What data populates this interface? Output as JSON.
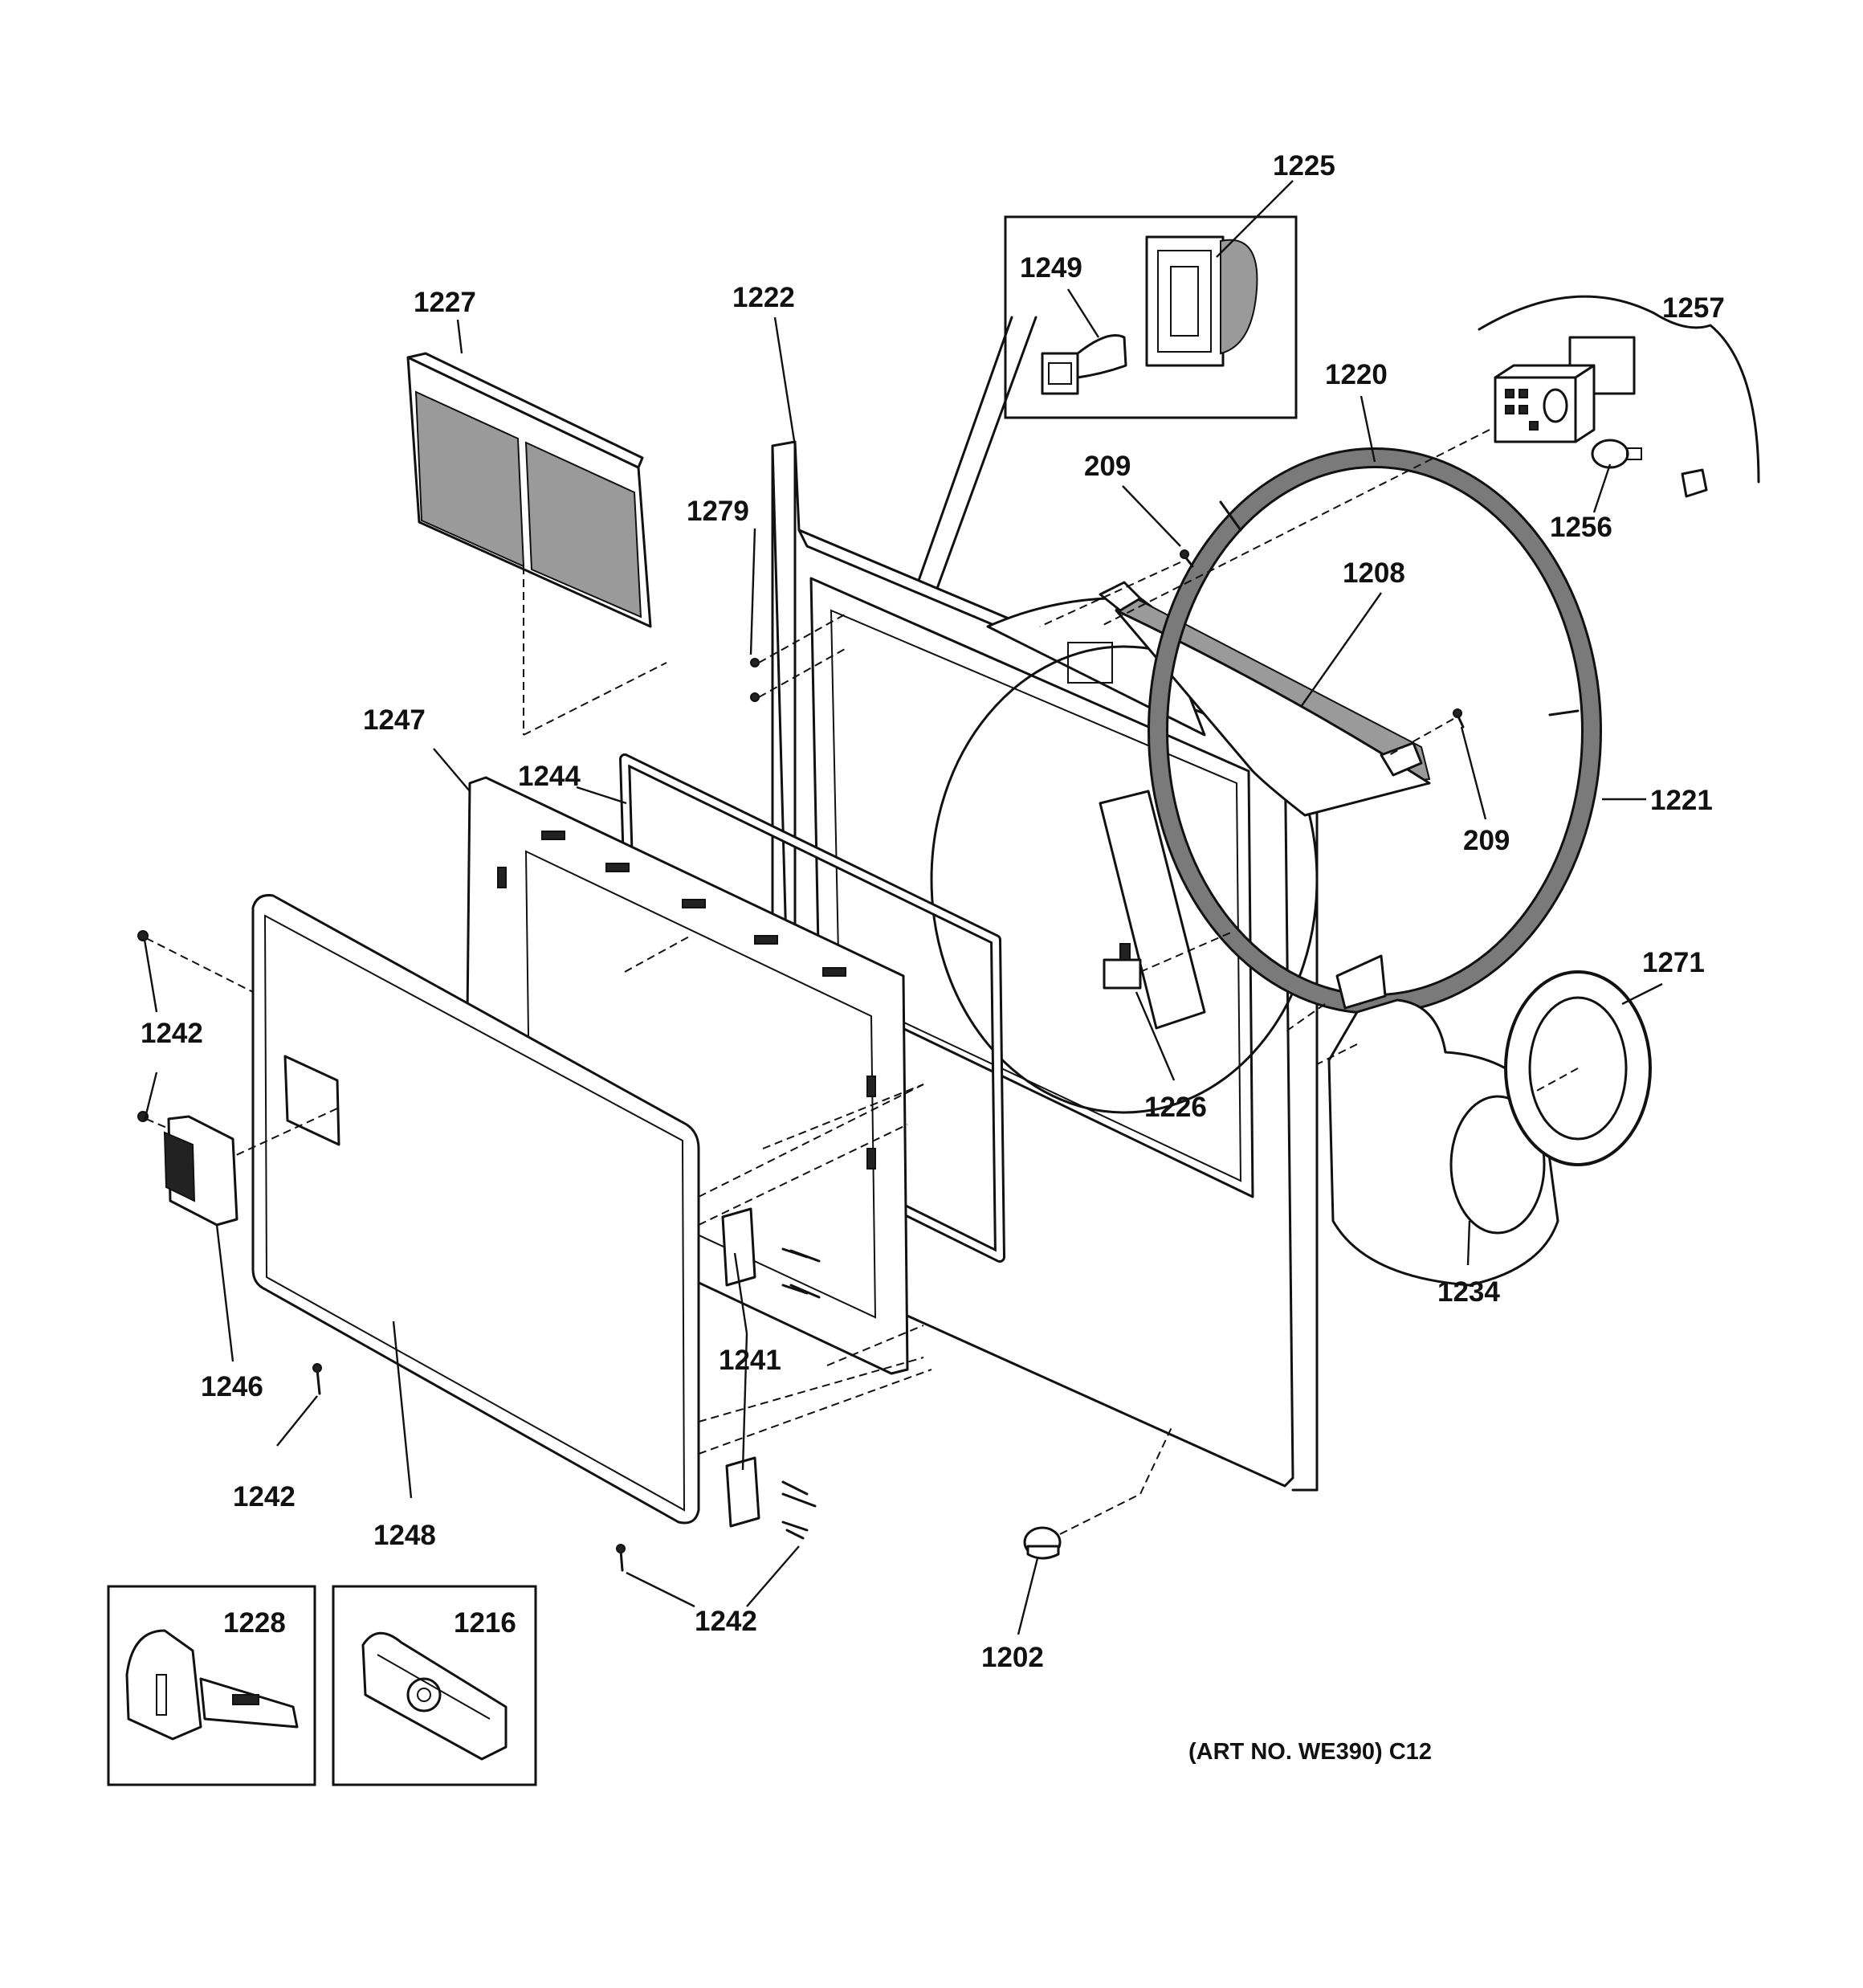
{
  "diagram": {
    "art_number": "(ART NO. WE390) C12",
    "part_labels": {
      "p1225": "1225",
      "p1249": "1249",
      "p1227": "1227",
      "p1222": "1222",
      "p1257": "1257",
      "p1220": "1220",
      "p209a": "209",
      "p1279": "1279",
      "p1256": "1256",
      "p1208": "1208",
      "p1247": "1247",
      "p1244": "1244",
      "p1221": "1221",
      "p209b": "209",
      "p1271": "1271",
      "p1242a": "1242",
      "p1226": "1226",
      "p1234": "1234",
      "p1241": "1241",
      "p1246": "1246",
      "p1242b": "1242",
      "p1248": "1248",
      "p1228": "1228",
      "p1216": "1216",
      "p1242c": "1242",
      "p1202": "1202"
    }
  }
}
